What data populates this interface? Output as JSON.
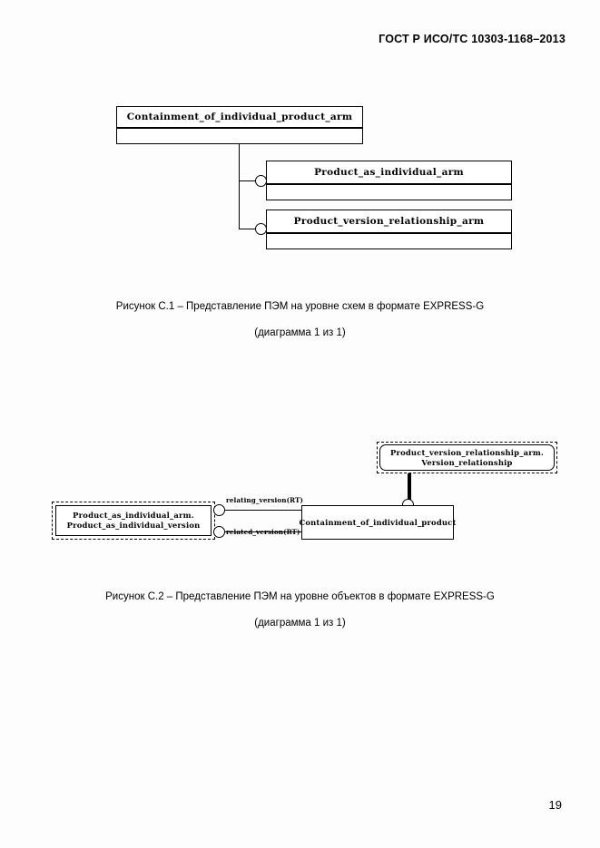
{
  "document": {
    "header": "ГОСТ Р ИСО/ТС 10303-1168–2013",
    "page_number": "19"
  },
  "figure1": {
    "caption_line1": "Рисунок  C.1 – Представление ПЭМ на уровне схем в формате EXPRESS-G",
    "caption_line2": "(диаграмма 1 из 1)",
    "boxes": [
      {
        "title": "Containment_of_individual_product_arm"
      },
      {
        "title": "Product_as_individual_arm"
      },
      {
        "title": "Product_version_relationship_arm"
      }
    ]
  },
  "figure2": {
    "caption_line1": "Рисунок  C.2 – Представление ПЭМ на уровне объектов в формате EXPRESS-G",
    "caption_line2": "(диаграмма 1 из 1)",
    "top_entity": {
      "line1": "Product_version_relationship_arm.",
      "line2": "Version_relationship"
    },
    "left_entity": {
      "line1": "Product_as_individual_arm.",
      "line2": "Product_as_individual_version"
    },
    "right_entity": {
      "label": "Containment_of_individual_product"
    },
    "edge_labels": [
      "relating_version(RT)",
      "related_version(RT)"
    ]
  }
}
